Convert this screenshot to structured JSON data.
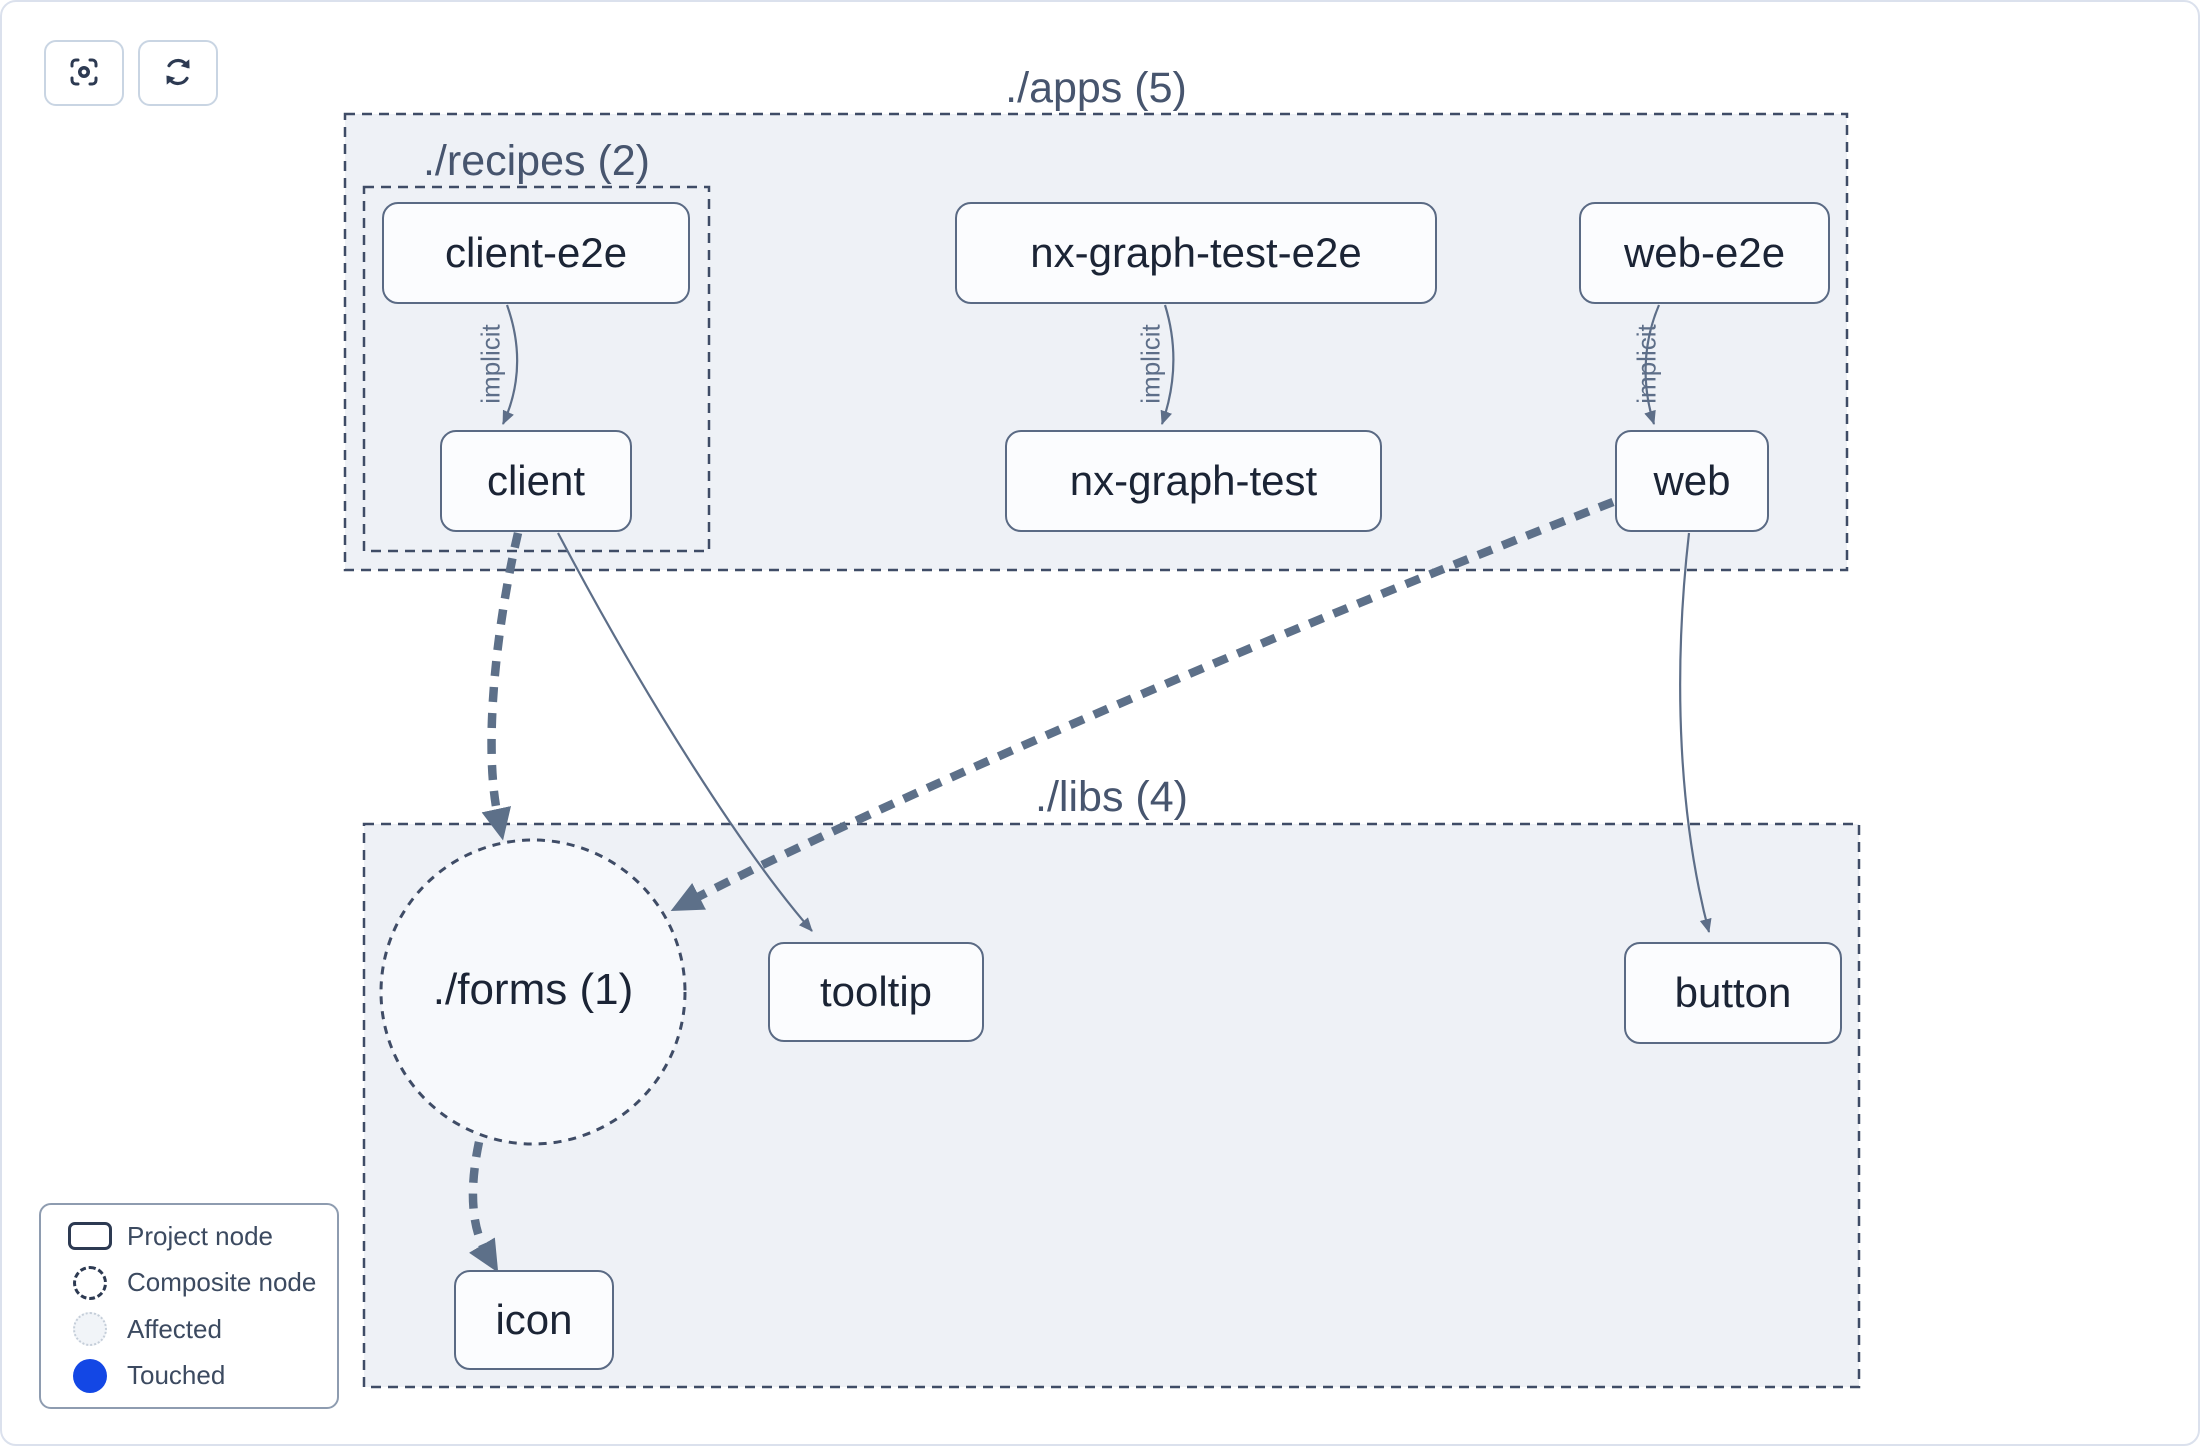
{
  "toolbar": {
    "buttons": [
      {
        "name": "focus",
        "icon": "focus-crosshair-icon"
      },
      {
        "name": "refresh",
        "icon": "refresh-icon"
      }
    ]
  },
  "graph": {
    "groups": {
      "apps": {
        "label": "./apps (5)"
      },
      "recipes": {
        "label": "./recipes (2)"
      },
      "libs": {
        "label": "./libs (4)"
      },
      "forms": {
        "label": "./forms (1)"
      }
    },
    "nodes": {
      "client_e2e": {
        "label": "client-e2e"
      },
      "client": {
        "label": "client"
      },
      "nx_graph_test_e2e": {
        "label": "nx-graph-test-e2e"
      },
      "nx_graph_test": {
        "label": "nx-graph-test"
      },
      "web_e2e": {
        "label": "web-e2e"
      },
      "web": {
        "label": "web"
      },
      "tooltip": {
        "label": "tooltip"
      },
      "button": {
        "label": "button"
      },
      "icon": {
        "label": "icon"
      }
    },
    "edge_label": "implicit"
  },
  "legend": {
    "items": [
      {
        "label": "Project node"
      },
      {
        "label": "Composite node"
      },
      {
        "label": "Affected"
      },
      {
        "label": "Touched"
      }
    ]
  },
  "colors": {
    "touched_blue": "#1347e5",
    "affected_fill": "#f1f4f8",
    "group_fill": "#eef1f6",
    "group_border": "#3f4c66",
    "node_fill": "#fbfcfe",
    "node_border": "#5a6a84",
    "node_text": "#1b2435",
    "edge": "#5d6e88",
    "group_label_text": "#47556e",
    "card_border": "#dbe1ed"
  }
}
